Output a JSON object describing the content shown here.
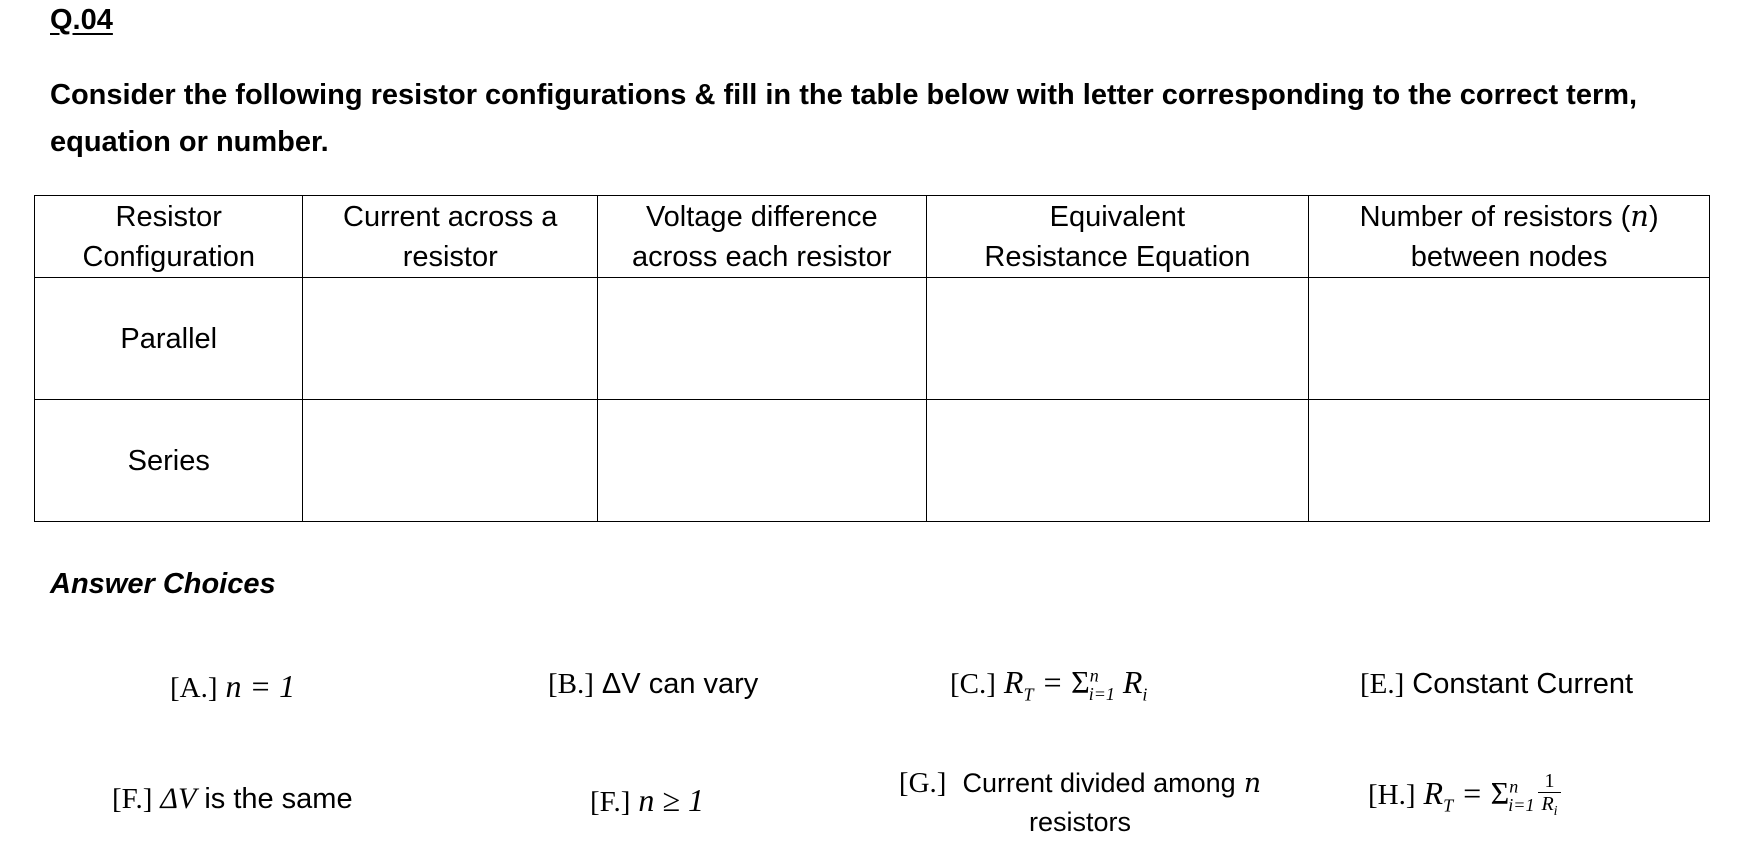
{
  "question": {
    "number": "Q.04",
    "instructions": "Consider the following resistor configurations & fill in the table below with letter corresponding to the correct term, equation or number."
  },
  "table": {
    "headers": {
      "configuration_line1": "Resistor",
      "configuration_line2": "Configuration",
      "current_line1": "Current across a",
      "current_line2": "resistor",
      "voltage_line1": "Voltage difference",
      "voltage_line2": "across each resistor",
      "equivalent_line1": "Equivalent",
      "equivalent_line2": "Resistance Equation",
      "number_line1_prefix": "Number of resistors (",
      "number_line1_var": "n",
      "number_line1_suffix": ")",
      "number_line2": "between nodes"
    },
    "rows": [
      {
        "label": "Parallel"
      },
      {
        "label": "Series"
      }
    ]
  },
  "answers": {
    "title": "Answer Choices",
    "A": {
      "label": "[A.]",
      "expr": "n = 1"
    },
    "B": {
      "label": "[B.]",
      "text": "ΔV can vary"
    },
    "C": {
      "label": "[C.]",
      "lhs": "R",
      "lhs_sub": "T",
      "sum_sup": "n",
      "sum_sub": "i=1",
      "term": "R",
      "term_sub": "i"
    },
    "E": {
      "label": "[E.]",
      "text": "Constant Current"
    },
    "F1": {
      "label": "[F.]",
      "var": "ΔV",
      "text": "is the same"
    },
    "F2": {
      "label": "[F.]",
      "expr": "n ≥ 1"
    },
    "G": {
      "label": "[G.]",
      "text_prefix": "Current divided among",
      "var": "n",
      "text_line2": "resistors"
    },
    "H": {
      "label": "[H.]",
      "lhs": "R",
      "lhs_sub": "T",
      "sum_sup": "n",
      "sum_sub": "i=1",
      "frac_num": "1",
      "frac_den": "R",
      "frac_den_sub": "i"
    }
  }
}
